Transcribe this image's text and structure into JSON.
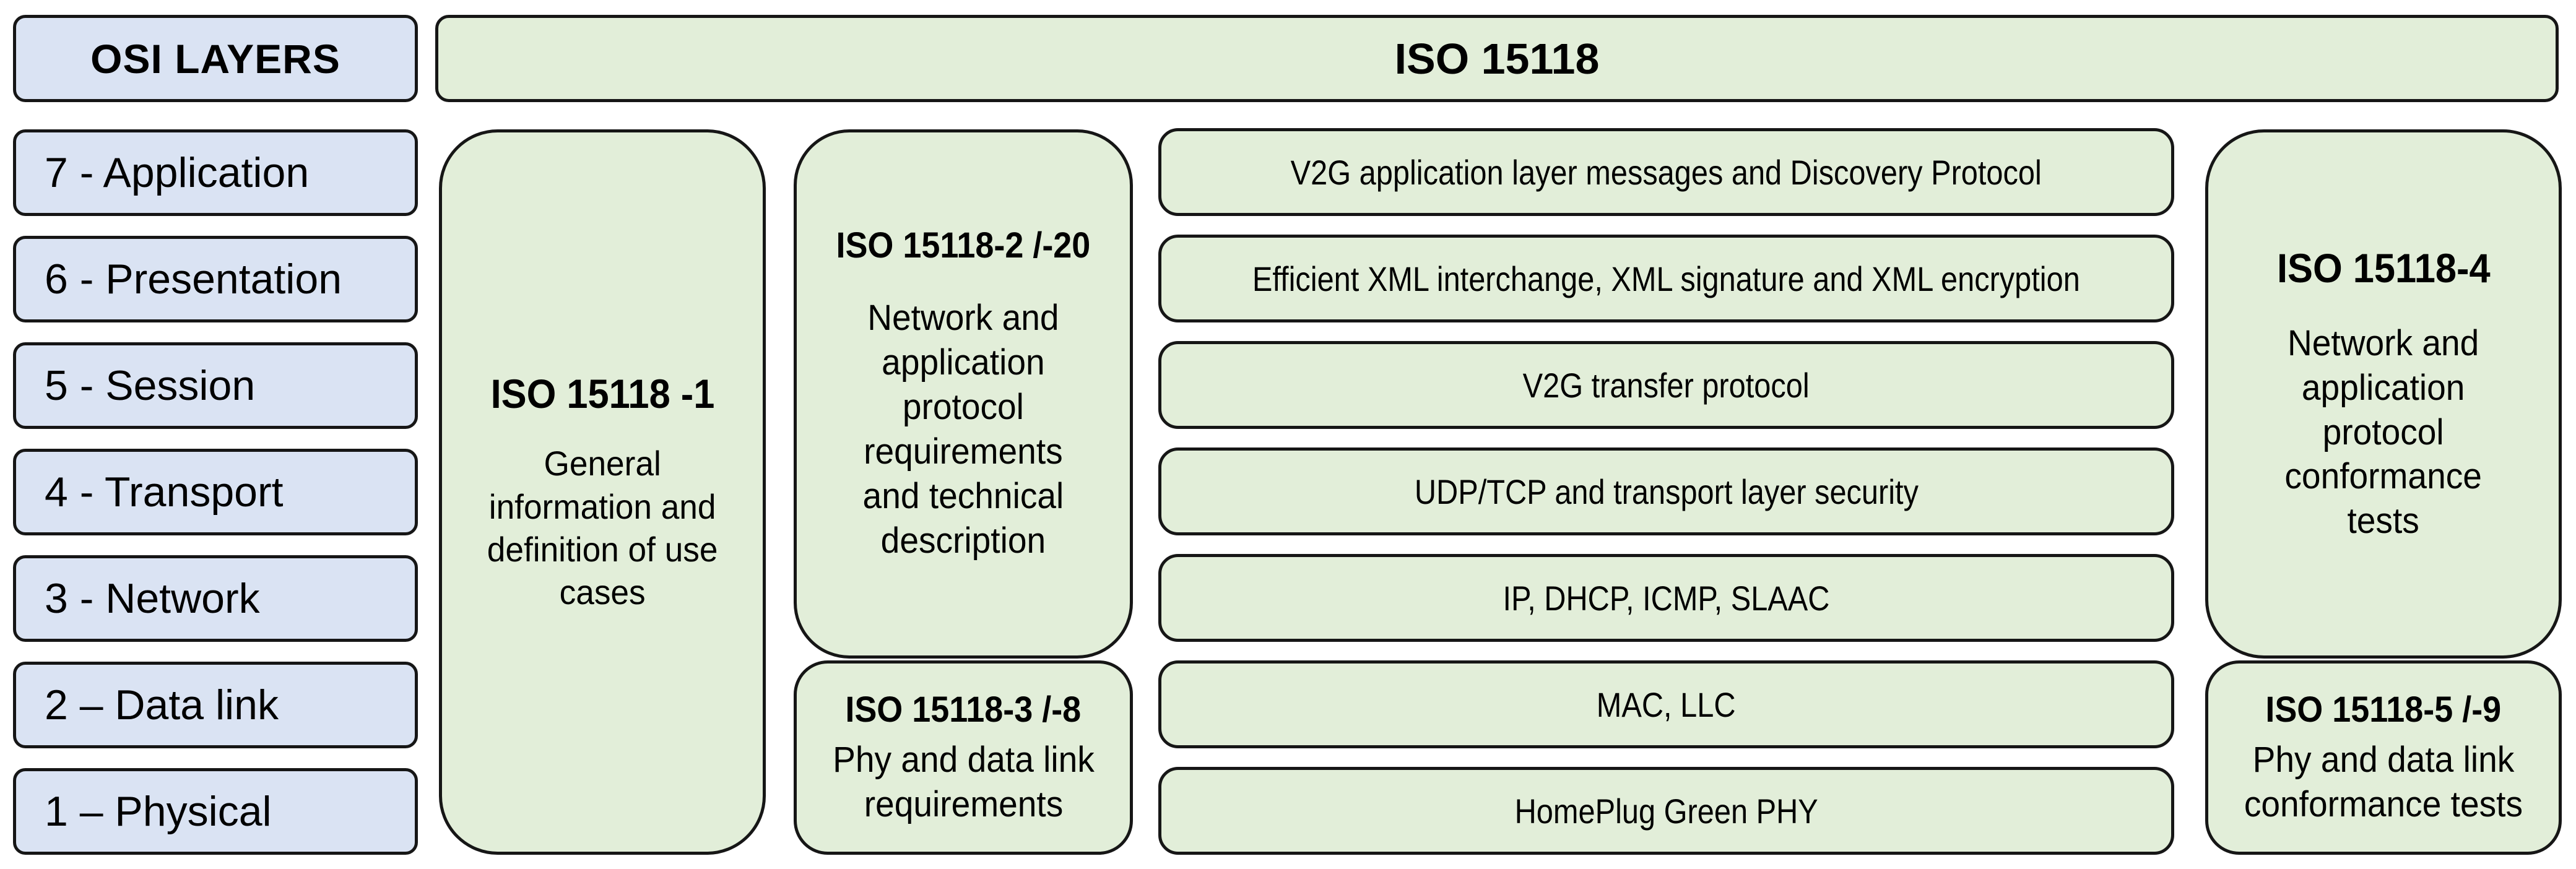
{
  "palette": {
    "box_blue": "#dae3f3",
    "box_green": "#e2eed9",
    "border": "#161616",
    "text": "#000000",
    "background": "#ffffff"
  },
  "osi_column": {
    "header": "OSI LAYERS",
    "layers": [
      {
        "label": "7 - Application"
      },
      {
        "label": "6 - Presentation"
      },
      {
        "label": "5 - Session"
      },
      {
        "label": "4 - Transport"
      },
      {
        "label": "3 - Network"
      },
      {
        "label": "2 – Data link"
      },
      {
        "label": "1 – Physical"
      }
    ]
  },
  "banner": {
    "title": "ISO 15118"
  },
  "standards": {
    "part1": {
      "title": "ISO 15118 -1",
      "body": "General\ninformation and\ndefinition of use\ncases"
    },
    "part2_20": {
      "title": "ISO 15118-2 /-20",
      "body": "Network and\napplication\nprotocol\nrequirements\nand technical\ndescription"
    },
    "part3_8": {
      "title": "ISO 15118-3 /-8",
      "body": "Phy and data link\nrequirements"
    },
    "part4": {
      "title": "ISO 15118-4",
      "body": "Network and\napplication\nprotocol\nconformance\ntests"
    },
    "part5_9": {
      "title": "ISO 15118-5 /-9",
      "body": "Phy and data link\nconformance tests"
    }
  },
  "protocol_stack": {
    "rows": [
      {
        "label": "V2G application layer messages and Discovery Protocol"
      },
      {
        "label": "Efficient XML interchange, XML signature and XML encryption"
      },
      {
        "label": "V2G transfer protocol"
      },
      {
        "label": "UDP/TCP and transport layer security"
      },
      {
        "label": "IP, DHCP, ICMP, SLAAC"
      },
      {
        "label": "MAC, LLC"
      },
      {
        "label": "HomePlug Green PHY"
      }
    ]
  }
}
